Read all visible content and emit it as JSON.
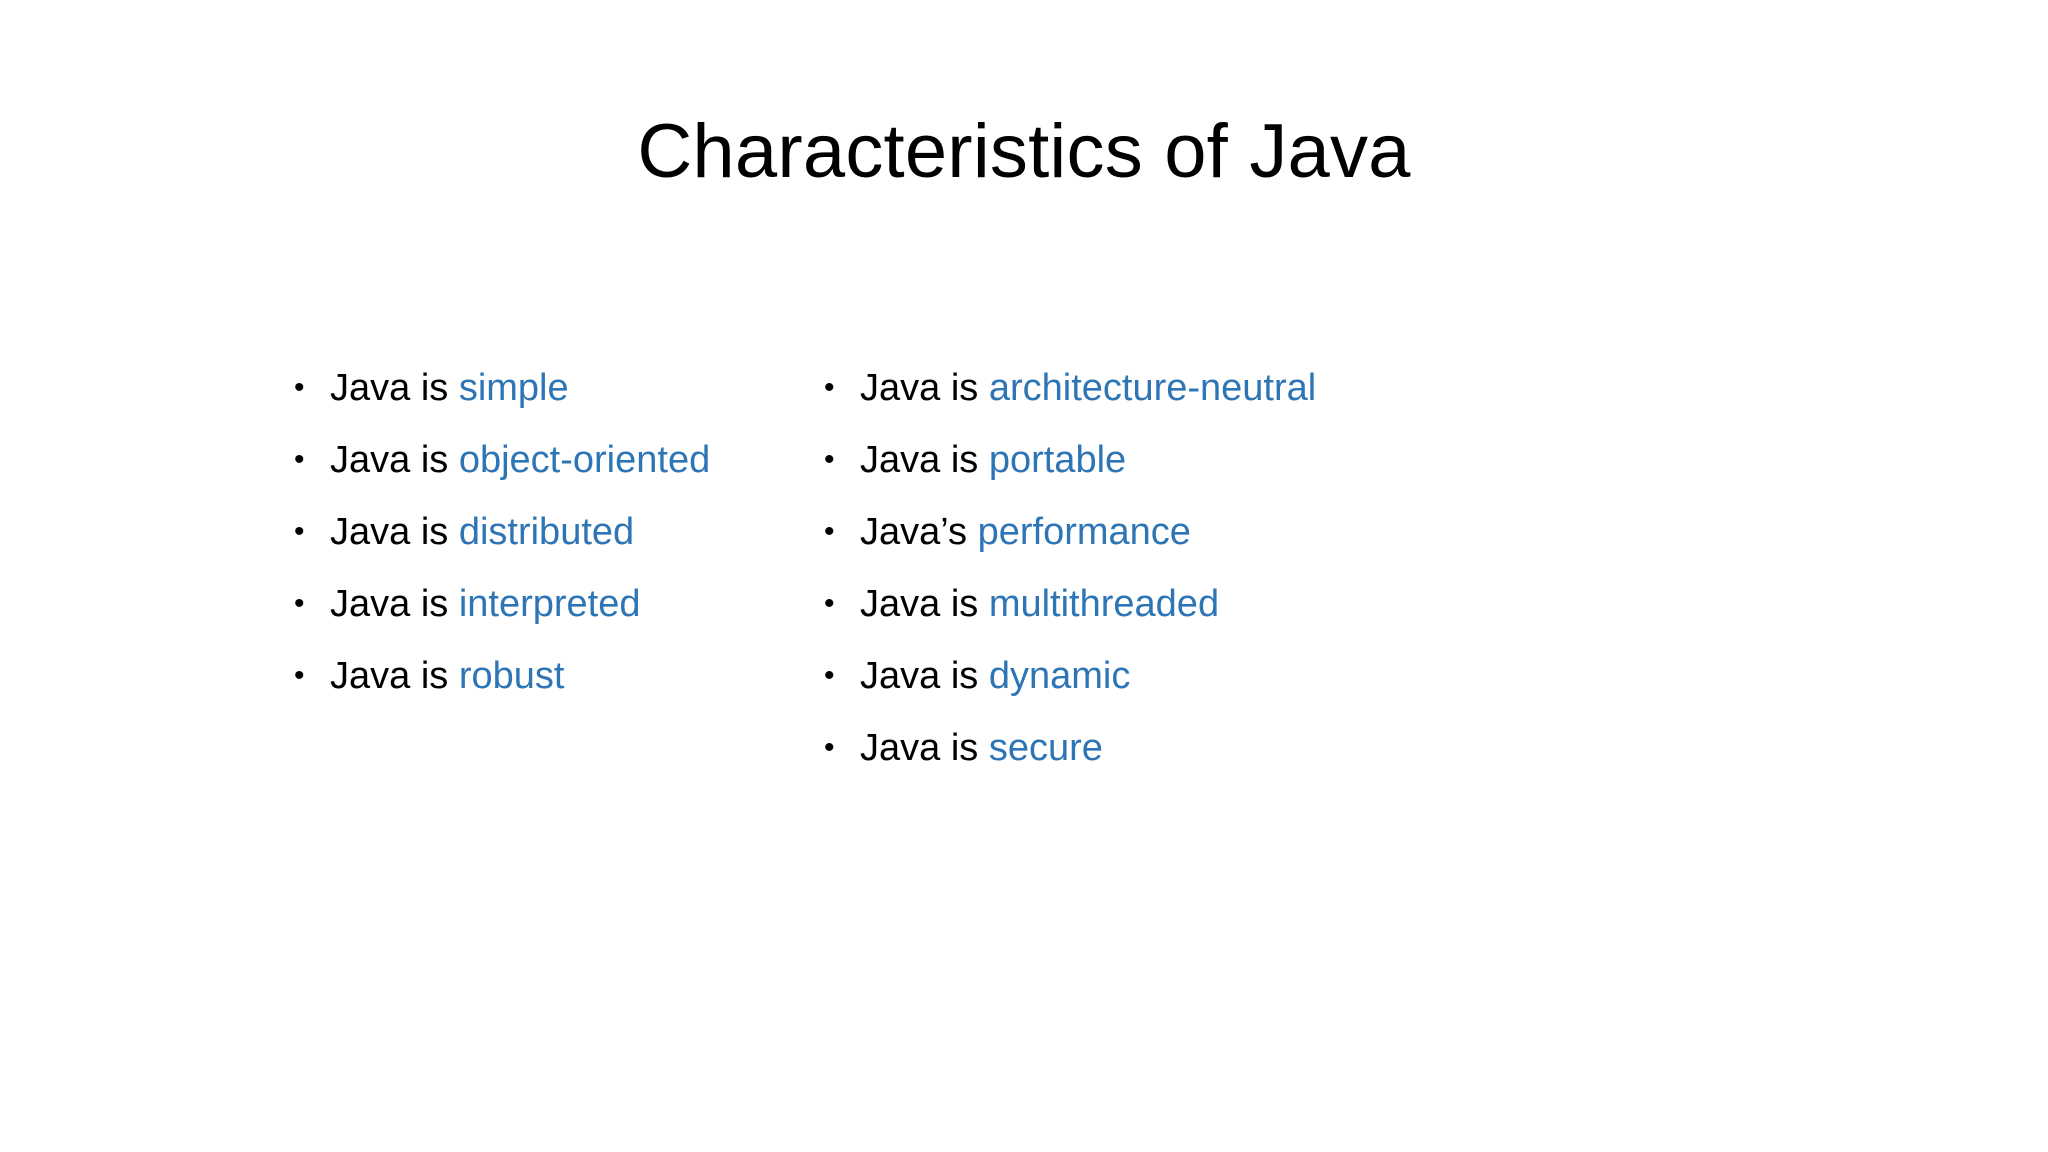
{
  "slide": {
    "title": "Characteristics of Java",
    "background_color": "#ffffff",
    "text_color": "#000000",
    "accent_color": "#2e75b6",
    "bullet_glyph": "•"
  },
  "columns": [
    {
      "name": "left",
      "items": [
        {
          "prefix": "Java is ",
          "keyword": "simple"
        },
        {
          "prefix": "Java is ",
          "keyword": "object-oriented"
        },
        {
          "prefix": "Java is ",
          "keyword": "distributed"
        },
        {
          "prefix": "Java is ",
          "keyword": "interpreted"
        },
        {
          "prefix": "Java is ",
          "keyword": "robust"
        }
      ]
    },
    {
      "name": "right",
      "items": [
        {
          "prefix": "Java is ",
          "keyword": "architecture-neutral"
        },
        {
          "prefix": "Java is ",
          "keyword": "portable"
        },
        {
          "prefix": "Java’s ",
          "keyword": "performance"
        },
        {
          "prefix": "Java is ",
          "keyword": "multithreaded"
        },
        {
          "prefix": "Java is ",
          "keyword": "dynamic"
        },
        {
          "prefix": "Java is ",
          "keyword": "secure"
        }
      ]
    }
  ]
}
